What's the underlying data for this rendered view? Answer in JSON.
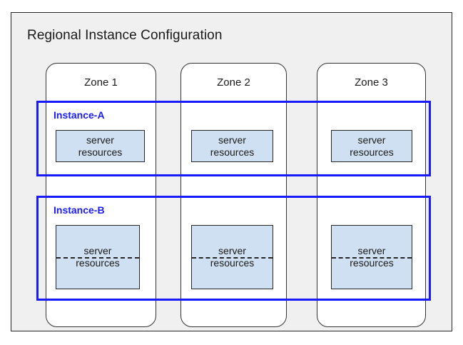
{
  "diagram": {
    "title": "Regional Instance Configuration",
    "colors": {
      "panel_background": "#f0f0f0",
      "panel_border": "#262626",
      "zone_card_background": "#ffffff",
      "zone_card_border": "#333333",
      "instance_frame_border": "#1a1aff",
      "instance_label_text": "#1a1aff",
      "resource_box_fill": "#cfe0f2",
      "resource_box_border": "#262626",
      "text": "#1a1a1a"
    },
    "zones": [
      {
        "label": "Zone 1"
      },
      {
        "label": "Zone 2"
      },
      {
        "label": "Zone 3"
      }
    ],
    "instances": [
      {
        "label": "Instance-A",
        "resources": [
          {
            "line1": "server",
            "line2": "resources",
            "divided": false
          },
          {
            "line1": "server",
            "line2": "resources",
            "divided": false
          },
          {
            "line1": "server",
            "line2": "resources",
            "divided": false
          }
        ]
      },
      {
        "label": "Instance-B",
        "resources": [
          {
            "line1": "server",
            "line2": "resources",
            "divided": true
          },
          {
            "line1": "server",
            "line2": "resources",
            "divided": true
          },
          {
            "line1": "server",
            "line2": "resources",
            "divided": true
          }
        ]
      }
    ]
  }
}
